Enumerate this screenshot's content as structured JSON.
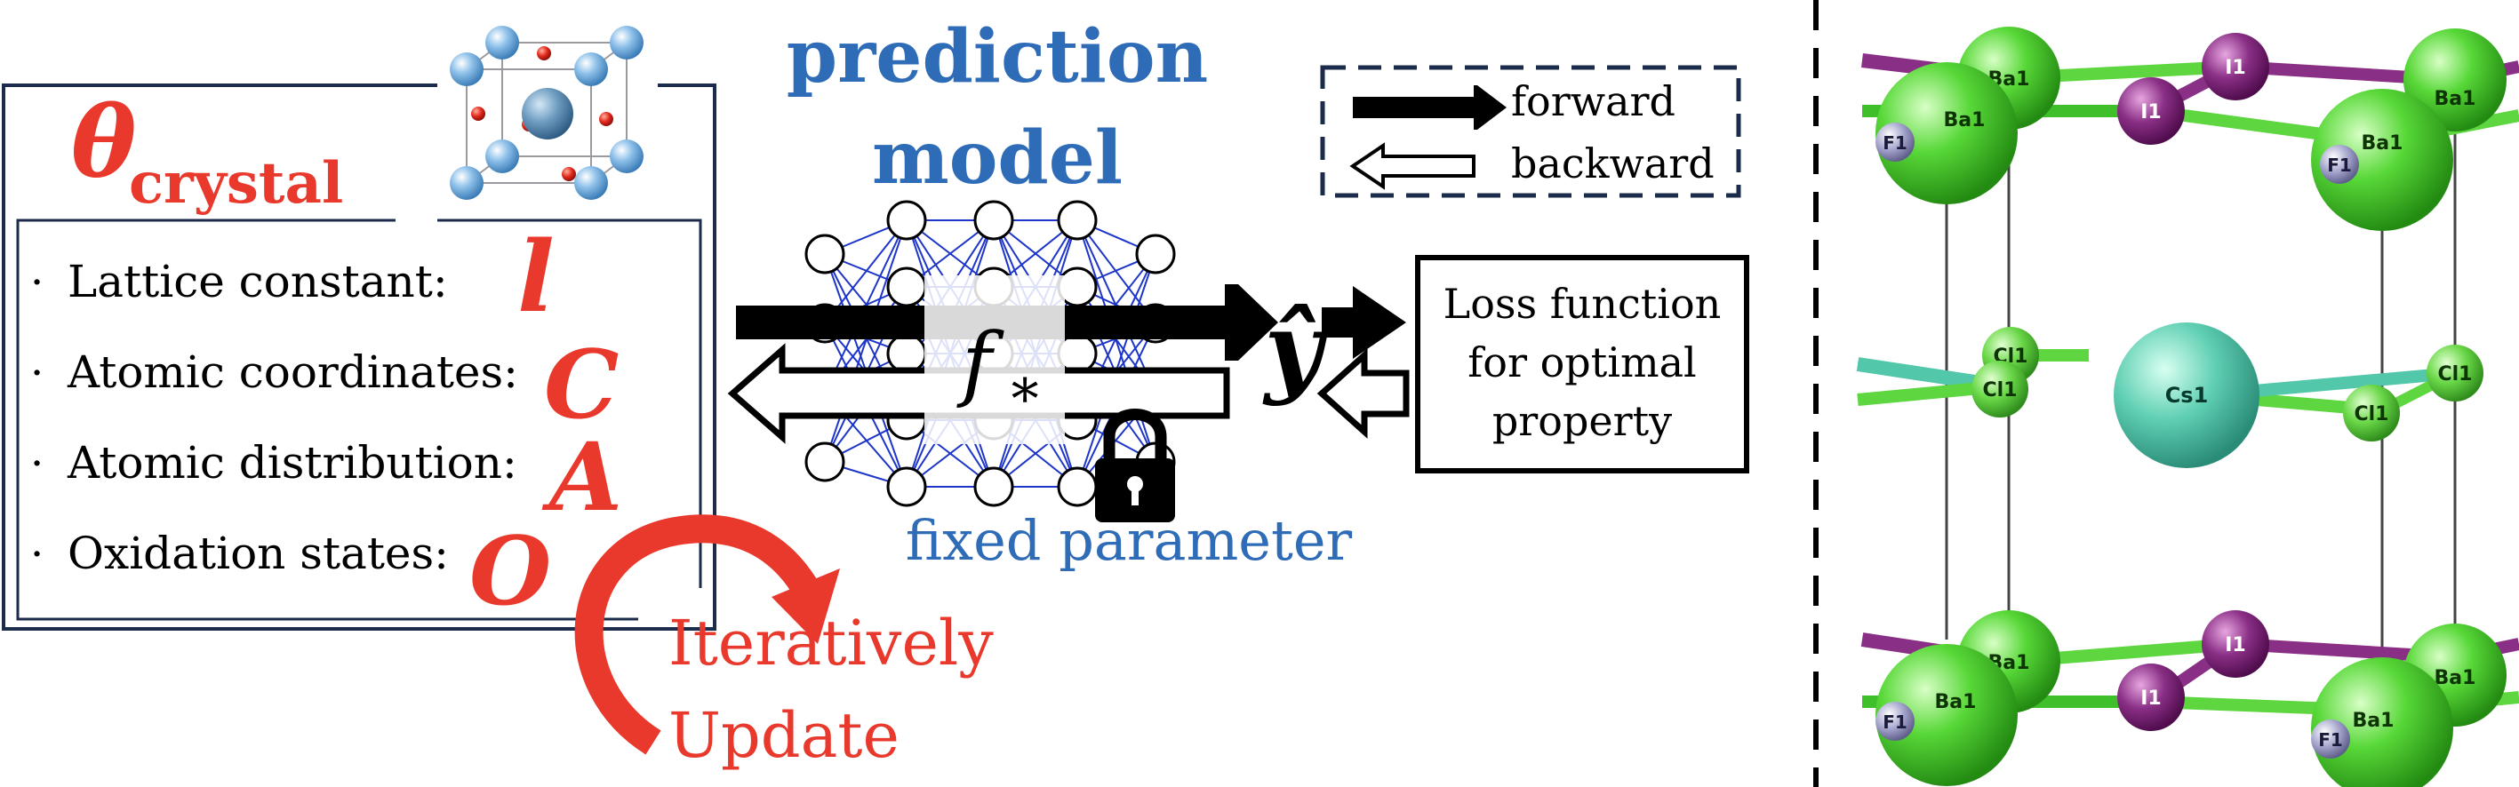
{
  "colors": {
    "red": "#e8392c",
    "blue": "#2f6cb8",
    "navy": "#1b2b4b",
    "black": "#000000",
    "green": "#3fbf2a",
    "purple": "#7a1f78",
    "teal": "#52c7a9",
    "fluorine": "#9a9ac4"
  },
  "theta": {
    "symbol": "θ",
    "subscript": "crystal"
  },
  "params": [
    {
      "label": "Lattice constant:",
      "symbol": "l"
    },
    {
      "label": "Atomic coordinates:",
      "symbol": "C"
    },
    {
      "label": "Atomic distribution:",
      "symbol": "A"
    },
    {
      "label": "Oxidation states:",
      "symbol": "O"
    }
  ],
  "bullet": "·",
  "update": {
    "line1": "Iteratively",
    "line2": "Update"
  },
  "model": {
    "title_line1": "prediction",
    "title_line2": "model",
    "function": "f",
    "function_sub": "∗",
    "fixed": "fixed parameter",
    "output": "ŷ"
  },
  "legend": {
    "forward": "forward",
    "backward": "backward"
  },
  "loss": {
    "line1": "Loss function",
    "line2": "for optimal",
    "line3": "property"
  },
  "structure": {
    "atoms": {
      "ba": "Ba1",
      "i": "I1",
      "f": "F1",
      "cl": "Cl1",
      "cs": "Cs1"
    }
  },
  "icons": [
    "perovskite-crystal-icon",
    "lock-icon",
    "neural-network-icon",
    "circular-arrow-icon"
  ]
}
